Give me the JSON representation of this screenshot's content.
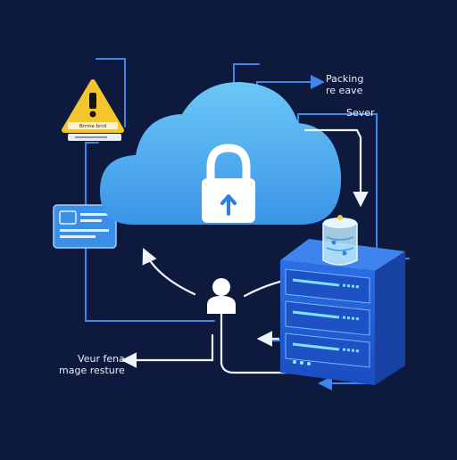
{
  "labels": {
    "packing_line1": "Packing",
    "packing_line2": "re eave",
    "server": "Sever",
    "your_line1": "Veur fena",
    "your_line2": "mage resture",
    "warning_text": "Brrme brrd"
  },
  "colors": {
    "background": "#0d1a3e",
    "line_blue": "#3e87ec",
    "line_white": "#eef2f9",
    "cloud": "#5bb8f2",
    "warning": "#f5c52e",
    "server": "#1d5fd8"
  },
  "icons": [
    "warning-icon",
    "cloud-icon",
    "lock-icon",
    "user-icon",
    "server-rack-icon",
    "database-icon",
    "card-icon"
  ]
}
